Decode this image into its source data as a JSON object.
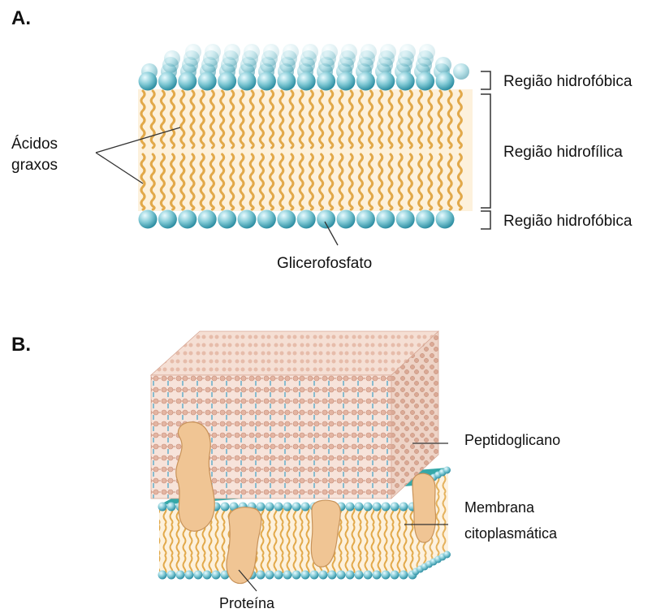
{
  "panel_a": {
    "panel_label": "A.",
    "fatty_acids_label_line1": "Ácidos",
    "fatty_acids_label_line2": "graxos",
    "region_top": "Região hidrofóbica",
    "region_middle": "Região hidrofílica",
    "region_bottom": "Região hidrofóbica",
    "glycerophosphate_label": "Glicerofosfato"
  },
  "panel_b": {
    "panel_label": "B.",
    "peptidoglycan_label": "Peptidoglicano",
    "membrane_label_line1": "Membrana",
    "membrane_label_line2": "citoplasmática",
    "protein_label": "Proteína"
  },
  "colors": {
    "head_blue": "#7fc8d4",
    "head_blue_dark": "#2f8fa3",
    "tail_orange": "#e2a94a",
    "tail_bg": "#fdf1dc",
    "peptidoglycan_pink": "#e8c2b2",
    "crosslink_blue": "#4ea7c9",
    "protein_tan": "#f0c594",
    "membrane_teal": "#35a8a8"
  }
}
